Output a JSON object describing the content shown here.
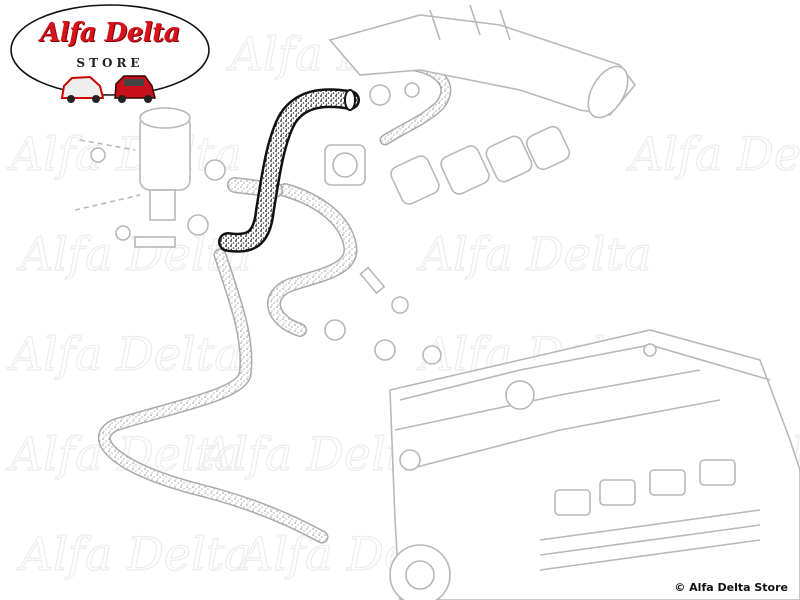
{
  "logo": {
    "title": "Alfa Delta",
    "subtitle": "STORE"
  },
  "watermark": "Alfa Delta",
  "copyright": "© Alfa Delta Store",
  "colors": {
    "brand_red": "#d8121b",
    "line_gray": "#b5b5b5",
    "highlight": "#111111"
  }
}
